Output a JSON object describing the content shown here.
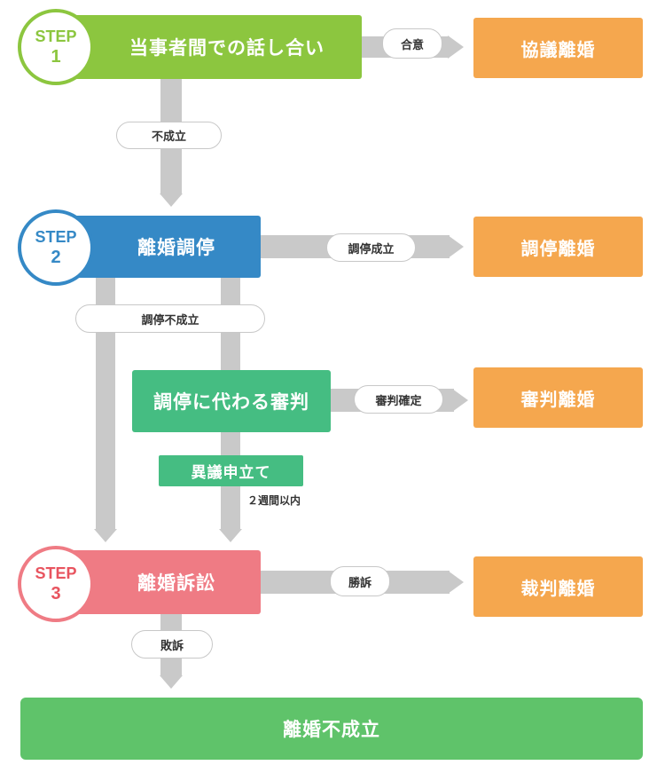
{
  "colors": {
    "step1": "#8cc63f",
    "step2": "#3589c6",
    "step3": "#ef7b84",
    "mediation_alt": "#45bd82",
    "result": "#f5a74e",
    "final": "#5fc36a",
    "connector": "#c9c9c9"
  },
  "steps": [
    {
      "step_label": "STEP",
      "number": "1",
      "title": "当事者間での話し合い"
    },
    {
      "step_label": "STEP",
      "number": "2",
      "title": "離婚調停"
    },
    {
      "step_label": "STEP",
      "number": "3",
      "title": "離婚訴訟"
    }
  ],
  "judgment": {
    "title": "調停に代わる審判"
  },
  "objection": {
    "title": "異議申立て",
    "deadline": "２週間以内"
  },
  "results": [
    {
      "condition": "合意",
      "outcome": "協議離婚"
    },
    {
      "condition": "調停成立",
      "outcome": "調停離婚"
    },
    {
      "condition": "審判確定",
      "outcome": "審判離婚"
    },
    {
      "condition": "勝訴",
      "outcome": "裁判離婚"
    }
  ],
  "transitions": {
    "step1_to_step2": "不成立",
    "step2_to_next": "調停不成立",
    "step3_to_final": "敗訴"
  },
  "final": {
    "title": "離婚不成立"
  }
}
